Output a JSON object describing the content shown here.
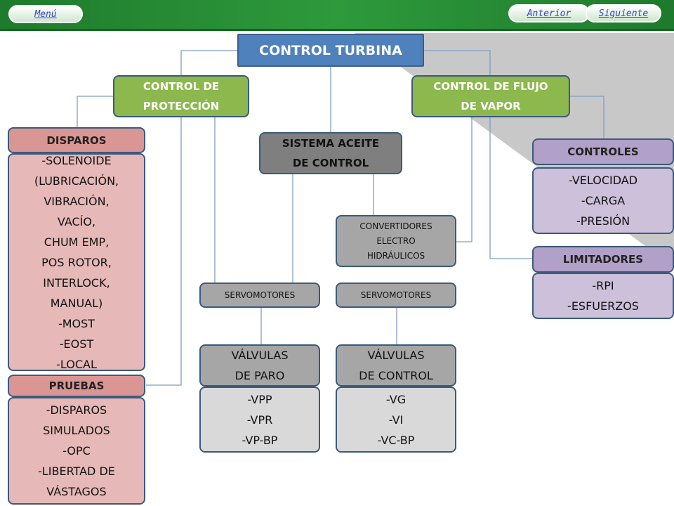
{
  "nav": {
    "menu_label": "Menú",
    "prev_label": "Anterior",
    "next_label": "Siguiente"
  },
  "diagram": {
    "title": "CONTROL TURBINA",
    "protection": "CONTROL DE\nPROTECCIÓN",
    "steam_flow": "CONTROL DE FLUJO\nDE VAPOR",
    "oil_system": "SISTEMA ACEITE\nDE CONTROL",
    "trips_header": "DISPAROS",
    "trips_list": "-SOLENOIDE\n(LUBRICACIÓN,\nVIBRACIÓN,\nVACÍO,\nCHUM EMP,\nPOS ROTOR,\nINTERLOCK,\nMANUAL)\n-MOST\n-EOST\n-LOCAL",
    "tests_header": "PRUEBAS",
    "tests_list": "-DISPAROS\nSIMULADOS\n-OPC\n-LIBERTAD DE\nVÁSTAGOS",
    "converters": "CONVERTIDORES\nELECTRO\nHIDRÁULICOS",
    "servo_left": "SERVOMOTORES",
    "servo_right": "SERVOMOTORES",
    "stop_valves": "VÁLVULAS\nDE PARO",
    "stop_valves_list": "-VPP\n-VPR\n-VP-BP",
    "control_valves": "VÁLVULAS\nDE CONTROL",
    "control_valves_list": "-VG\n-VI\n-VC-BP",
    "controls_header": "CONTROLES",
    "controls_list": "-VELOCIDAD\n-CARGA\n-PRESIÓN",
    "limiters_header": "LIMITADORES",
    "limiters_list": "-RPI\n-ESFUERZOS"
  },
  "colors": {
    "title_blue": "#4f81bd",
    "branch_green": "#8cb84e",
    "oil_gray": "#7f7f7f",
    "trips_pink": "#da9694",
    "controls_lavender": "#b1a0c7",
    "header_green": "#2e9a3c"
  }
}
